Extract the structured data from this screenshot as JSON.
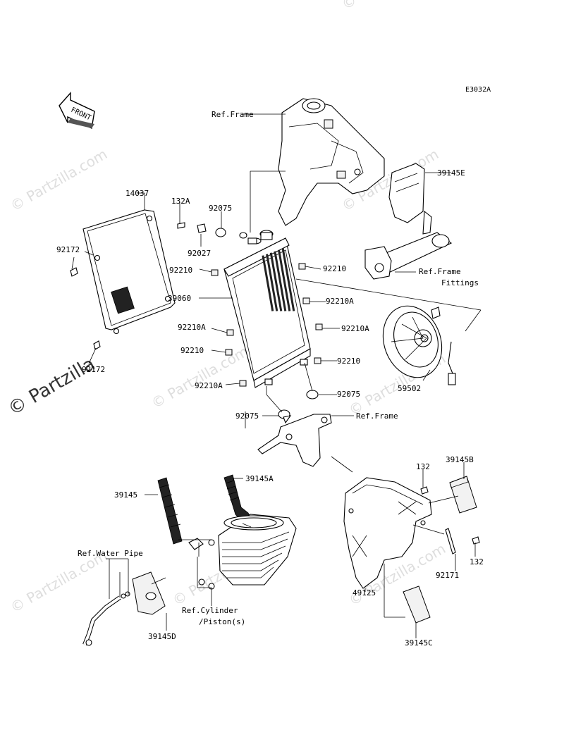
{
  "diagram_code": "E3032A",
  "front_arrow": "FRONT",
  "watermarks": [
    "© Partzilla.com",
    "© Partzilla.com",
    "© Partzilla.com",
    "© Partzilla.com",
    "© Partzilla.com",
    "© Partzilla.com",
    "© Partzilla.com",
    "© Partzilla.com"
  ],
  "watermark_main": "© Partzilla",
  "labels": {
    "ref_frame_top": "Ref.Frame",
    "l_39145E": "39145E",
    "l_14037": "14037",
    "l_132A": "132A",
    "l_92075_top": "92075",
    "l_92172_top": "92172",
    "l_92027": "92027",
    "l_92210_l1": "92210",
    "l_92210_r1": "92210",
    "ref_frame_fittings_1": "Ref.Frame",
    "ref_frame_fittings_2": "Fittings",
    "l_39060": "39060",
    "l_92210A_r1": "92210A",
    "l_92210A_l1": "92210A",
    "l_92210A_r2": "92210A",
    "l_92210_l2": "92210",
    "l_92210_r2": "92210",
    "l_92172_bot": "92172",
    "l_92210A_l2": "92210A",
    "l_92075_r": "92075",
    "l_59502": "59502",
    "l_92075_l": "92075",
    "ref_frame_mid": "Ref.Frame",
    "l_132_top": "132",
    "l_39145B": "39145B",
    "l_39145A": "39145A",
    "l_39145": "39145",
    "ref_water_pipe": "Ref.Water Pipe",
    "l_132_bot": "132",
    "l_92171": "92171",
    "l_49125": "49125",
    "ref_cyl_1": "Ref.Cylinder",
    "ref_cyl_2": "/Piston(s)",
    "l_39145D": "39145D",
    "l_39145C": "39145C"
  }
}
